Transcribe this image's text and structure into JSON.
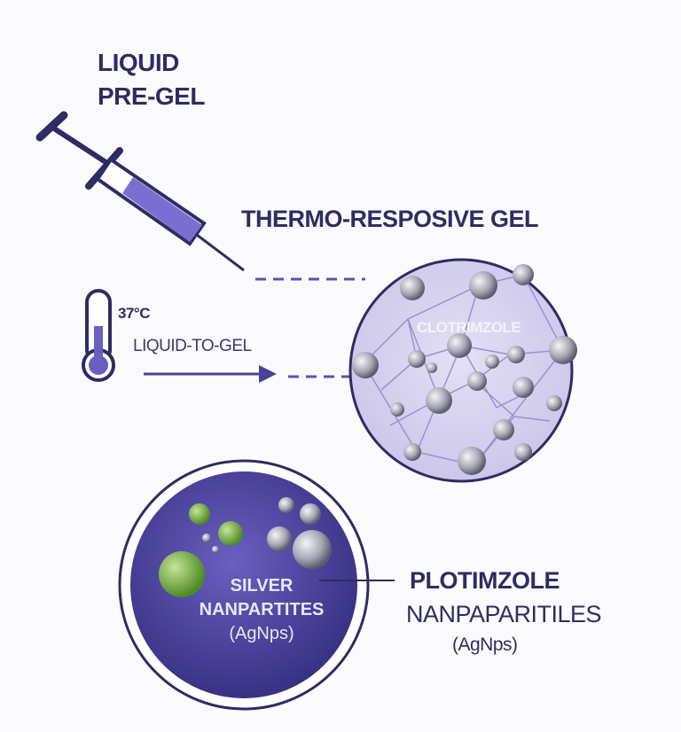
{
  "labels": {
    "liquid_line1": "LIQUID",
    "liquid_line2": "PRE-GEL",
    "gel_title": "THERMO-RESPOSIVE GEL",
    "temperature": "37°C",
    "transition": "LIQUID-TO-GEL",
    "drug_in_gel": "CLOTRIMZOLE",
    "silver_line1": "SILVER",
    "silver_line2": "NANPARTITES",
    "silver_line3": "(AgNps)",
    "right_line1": "PLOTIMZOLE",
    "right_line2": "NANPAPARITILES",
    "right_line3": "(AgNps)"
  },
  "colors": {
    "ink": "#2e2c63",
    "accent": "#6a5fc0",
    "gel": "#d9d4ef",
    "sphere": "#3f3890",
    "green": "#7cb342"
  }
}
